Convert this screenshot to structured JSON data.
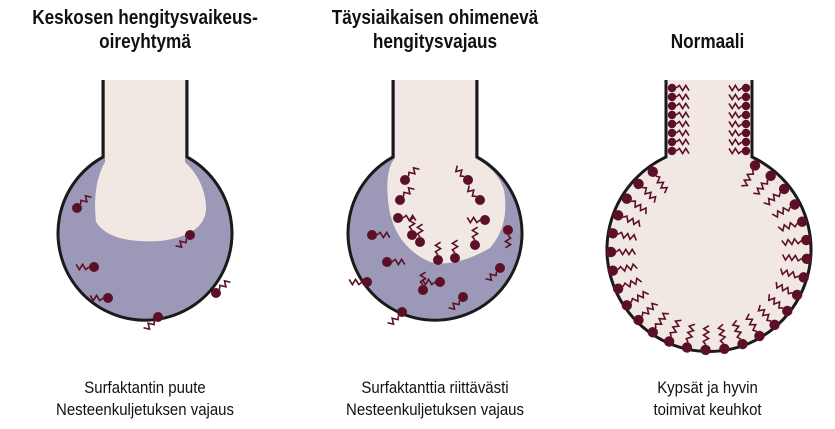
{
  "panels": [
    {
      "title_lines": [
        "Keskosen hengitysvaikeus-",
        "oireyhtymä"
      ],
      "caption_lines": [
        "Surfaktantin puute",
        "Nesteenkuljetuksen vajaus"
      ]
    },
    {
      "title_lines": [
        "Täysiaikaisen ohimenevä",
        "hengitysvajaus"
      ],
      "caption_lines": [
        "Surfaktanttia riittävästi",
        "Nesteenkuljetuksen vajaus"
      ]
    },
    {
      "title_lines": [
        "Normaali"
      ],
      "caption_lines": [
        "Kypsät ja hyvin",
        "toimivat keuhkot"
      ]
    }
  ],
  "colors": {
    "fluid": "#9b99b7",
    "air": "#f1e8e4",
    "surfactant": "#5c1028",
    "outline": "#1a1a1a"
  }
}
